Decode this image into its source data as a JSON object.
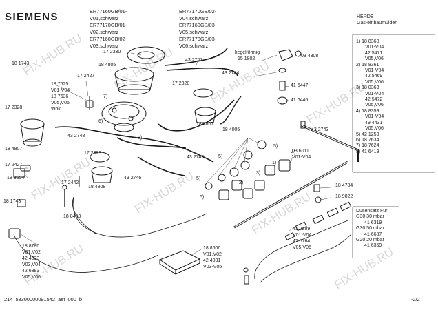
{
  "brand": "SIEMENS",
  "models": {
    "col1": [
      "ER77160GB/01-V01,schwarz",
      "ER77170GB/01-V02,schwarz",
      "ER77160GB/02-V03,schwarz"
    ],
    "col2": [
      "ER77170GB/02-V04,schwarz",
      "ER77160GB/03-V05,schwarz",
      "ER77170GB/03-V06,schwarz"
    ]
  },
  "title": {
    "line1": "HERDE",
    "line2": "Gas-einbaumulden"
  },
  "variants": [
    "1) 18 8360",
    "V01-V04",
    "42 5471",
    "V05,V06",
    "2) 18 8361",
    "V01-V04",
    "42 5469",
    "V05,V06",
    "3) 18 8363",
    "V01-V04",
    "42 5472",
    "V05,V06",
    "4) 18 8359",
    "V01-V04",
    "49 4431",
    "V05,V06",
    "5) 42 1259",
    "6) 18 7634",
    "7) 18 7624",
    "8) 41 6419"
  ],
  "nozzles": [
    "Düsensatz Für:",
    "G30  30 mbar",
    "41 6319",
    "G30 50  mbar",
    "41 6687",
    "G20  20 mbar",
    "41 6369"
  ],
  "footer": "214_58300000091542_aet_000_b",
  "page": "-2/2",
  "watermark": "FIX-HUB.RU",
  "parts": [
    {
      "text": "172330",
      "label": "17 2330"
    },
    {
      "text": "184805",
      "label": "18 4805"
    },
    {
      "text": "432747",
      "label": "43 2747"
    },
    {
      "text": "kegelf",
      "label": "kegelförmig"
    },
    {
      "text": "151802",
      "label": "15 1802"
    },
    {
      "text": "034308",
      "label": "03 4308"
    },
    {
      "text": "181743a",
      "label": "18 1743"
    },
    {
      "text": "187625",
      "label": "18 7625"
    },
    {
      "text": "v01v04a",
      "label": "V01-V04"
    },
    {
      "text": "187636",
      "label": "18 7636"
    },
    {
      "text": "v05v06a",
      "label": "V05,V06"
    },
    {
      "text": "wok",
      "label": "Wok"
    },
    {
      "text": "172427a",
      "label": "17 2427"
    },
    {
      "text": "432744",
      "label": "43 2744"
    },
    {
      "text": "172328a",
      "label": "17 2328"
    },
    {
      "text": "416447",
      "label": "41 6447"
    },
    {
      "text": "416446",
      "label": "41 6446"
    },
    {
      "text": "172328b",
      "label": "17 2328"
    },
    {
      "text": "184807a",
      "label": "18 4807"
    },
    {
      "text": "432748",
      "label": "43 2748"
    },
    {
      "text": "184807b",
      "label": "18 4807"
    },
    {
      "text": "184005",
      "label": "18 4005"
    },
    {
      "text": "432743",
      "label": "43 2743"
    },
    {
      "text": "172329",
      "label": "17 2329"
    },
    {
      "text": "432749",
      "label": "43 2749"
    },
    {
      "text": "036011",
      "label": "03 6011"
    },
    {
      "text": "v01v04b",
      "label": "V01-V04"
    },
    {
      "text": "172427b",
      "label": "17 2427"
    },
    {
      "text": "189654",
      "label": "18 9654"
    },
    {
      "text": "172442",
      "label": "17 2442"
    },
    {
      "text": "432746",
      "label": "43 2746"
    },
    {
      "text": "184808",
      "label": "18 4808"
    },
    {
      "text": "181743b",
      "label": "18 1743"
    },
    {
      "text": "184784",
      "label": "18 4784"
    },
    {
      "text": "189022",
      "label": "18 9022"
    },
    {
      "text": "188403",
      "label": "18 8403"
    },
    {
      "text": "412289",
      "label": "41 2289"
    },
    {
      "text": "v01v04c",
      "label": "V01-V04"
    },
    {
      "text": "425764",
      "label": "42 5764"
    },
    {
      "text": "v05v06c",
      "label": "V05,V06"
    },
    {
      "text": "188780",
      "label": "18 8780"
    },
    {
      "text": "v01v02",
      "label": "V01,V02"
    },
    {
      "text": "424033",
      "label": "42 4033"
    },
    {
      "text": "v03v04",
      "label": "V03,V04"
    },
    {
      "text": "426883",
      "label": "42 6883"
    },
    {
      "text": "v05v06d",
      "label": "V05,V06"
    },
    {
      "text": "188606",
      "label": "18 8606"
    },
    {
      "text": "v01v02b",
      "label": "V01,V02"
    },
    {
      "text": "424031",
      "label": "42 4031"
    },
    {
      "text": "v03v06",
      "label": "V03-V06"
    },
    {
      "text": "m7",
      "label": "7)"
    },
    {
      "text": "m6",
      "label": "6)"
    },
    {
      "text": "m8",
      "label": "8)"
    },
    {
      "text": "m5a",
      "label": "5)"
    },
    {
      "text": "m5b",
      "label": "5)"
    },
    {
      "text": "m5c",
      "label": "5)"
    },
    {
      "text": "m5d",
      "label": "5)"
    },
    {
      "text": "m4",
      "label": "4)"
    },
    {
      "text": "m1",
      "label": "1)"
    },
    {
      "text": "m2",
      "label": "2)"
    },
    {
      "text": "m3",
      "label": "3)"
    }
  ]
}
